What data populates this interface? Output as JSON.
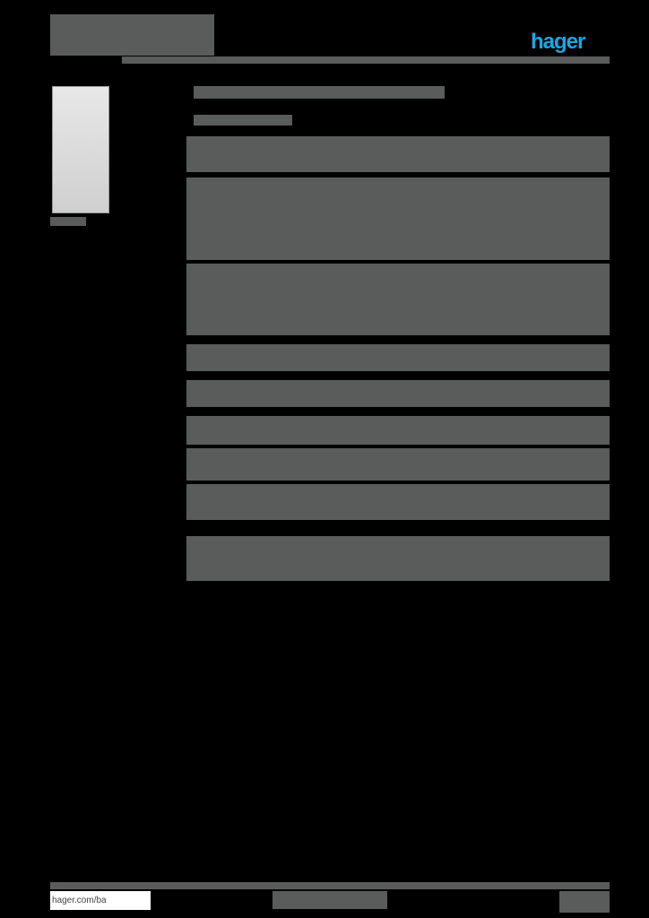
{
  "header": {
    "brand_logo": "hager",
    "title_block": "[illegible]"
  },
  "product_image": {
    "caption": "[illegible]"
  },
  "main": {
    "heading": "[illegible]",
    "subheading": "[illegible]"
  },
  "footer": {
    "website": "hager.com/ba",
    "center_text": "[illegible]",
    "page_info": "[illegible]"
  },
  "notes": "Body text in screenshot is rendered as solid grey blocks and is unreadable."
}
